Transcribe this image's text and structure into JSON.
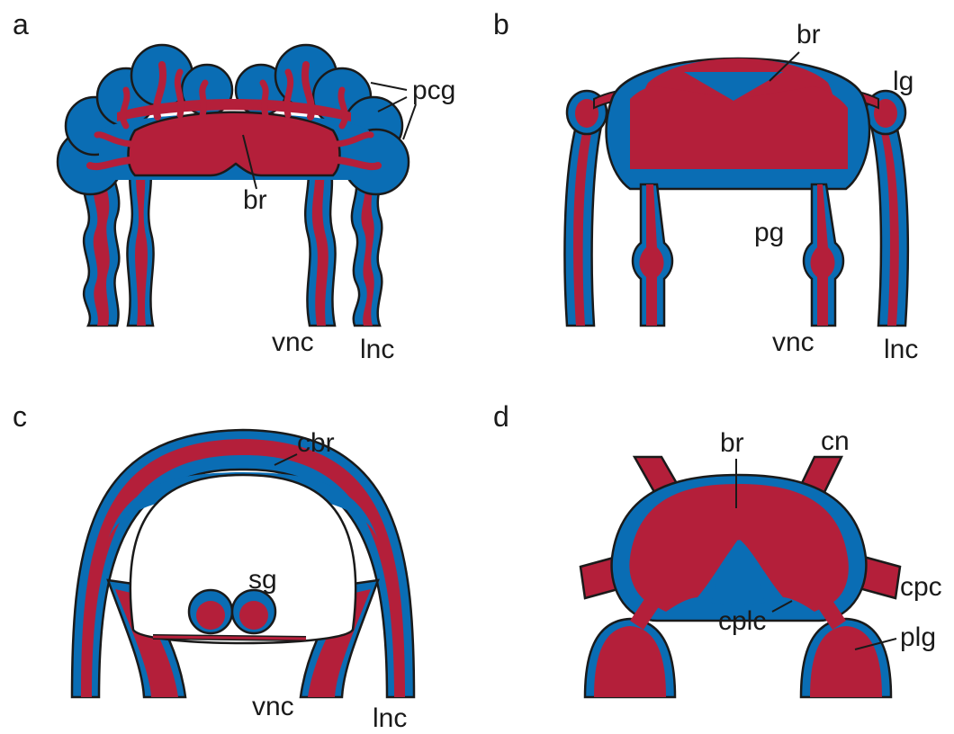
{
  "colors": {
    "blue": "#0a6db4",
    "red": "#b41f3a",
    "outline": "#1a1a1a",
    "background": "#ffffff"
  },
  "panels": {
    "a": {
      "letter": "a",
      "labels": {
        "pcg": "pcg",
        "br": "br",
        "vnc": "vnc",
        "lnc": "lnc"
      }
    },
    "b": {
      "letter": "b",
      "labels": {
        "br": "br",
        "lg": "lg",
        "pg": "pg",
        "vnc": "vnc",
        "lnc": "lnc"
      }
    },
    "c": {
      "letter": "c",
      "labels": {
        "cbr": "cbr",
        "sg": "sg",
        "vnc": "vnc",
        "lnc": "lnc"
      }
    },
    "d": {
      "letter": "d",
      "labels": {
        "br": "br",
        "cn": "cn",
        "cpc": "cpc",
        "cplc": "cplc",
        "plg": "plg"
      }
    }
  }
}
